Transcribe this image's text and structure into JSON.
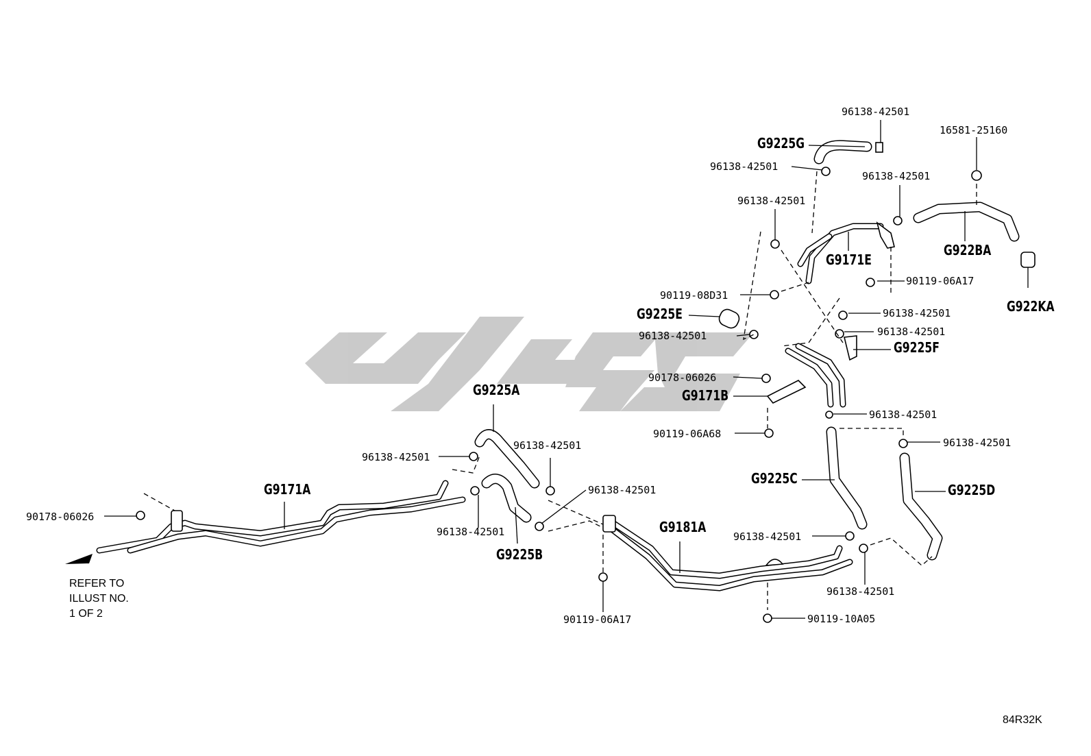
{
  "diagram": {
    "parts": {
      "p01": "96138-42501",
      "p02": "G9225G",
      "p03": "16581-25160",
      "p04": "96138-42501",
      "p05": "96138-42501",
      "p06": "96138-42501",
      "p07": "G9171E",
      "p08": "G922BA",
      "p09": "90119-06A17",
      "p10": "G922KA",
      "p11": "90119-08D31",
      "p12": "G9225E",
      "p13": "96138-42501",
      "p14": "96138-42501",
      "p15": "96138-42501",
      "p16": "G9225F",
      "p17": "90178-06026",
      "p18": "G9171B",
      "p19": "G9225A",
      "p20": "90119-06A68",
      "p21": "96138-42501",
      "p22": "96138-42501",
      "p23": "96138-42501",
      "p24": "96138-42501",
      "p25": "G9171A",
      "p26": "96138-42501",
      "p27": "G9225C",
      "p28": "G9225D",
      "p29": "90178-06026",
      "p30": "96138-42501",
      "p31": "G9181A",
      "p32": "96138-42501",
      "p33": "G9225B",
      "p34": "96138-42501",
      "p35": "90119-06A17",
      "p36": "90119-10A05"
    },
    "note": "REFER TO\nILLUST NO.\n1 OF 2",
    "code": "84R32K"
  },
  "colors": {
    "line": "#000000",
    "watermark": "#c8c8c8",
    "background": "#ffffff"
  }
}
